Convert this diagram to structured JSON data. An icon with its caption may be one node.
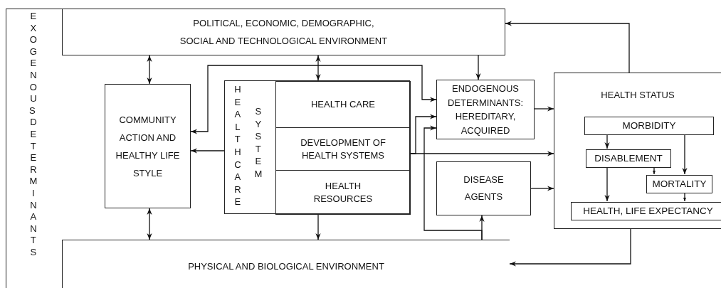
{
  "diagram": {
    "nodes": [
      {
        "text": [
          "EXOGENOUS DETERMINANTS"
        ]
      },
      {
        "text": [
          "POLITICAL, ECONOMIC, DEMOGRAPHIC, SOCIAL AND TECHNOLOGICAL ENVIRONMENT"
        ]
      },
      {
        "text": [
          "COMMUNITY ACTION AND HEALTHY LIFE STYLE"
        ]
      },
      {
        "text": [
          "HEALTHCARE",
          "SYSTEM"
        ]
      },
      {
        "text": [
          "HEALTH CARE"
        ],
        "in": 3
      },
      {
        "text": [
          "DEVELOPMENT OF HEALTH SYSTEMS"
        ],
        "in": 3
      },
      {
        "text": [
          "HEALTH RESOURCES"
        ],
        "in": 3
      },
      {
        "text": [
          "ENDOGENOUS DETERMINANTS: HEREDITARY, ACQUIRED"
        ]
      },
      {
        "text": [
          "DISEASE AGENTS"
        ]
      },
      {
        "text": [
          "HEALTH STATUS"
        ]
      },
      {
        "text": [
          "MORBIDITY"
        ],
        "in": 9
      },
      {
        "text": [
          "DISABLEMENT"
        ],
        "in": 9
      },
      {
        "text": [
          "MORTALITY"
        ],
        "in": 9
      },
      {
        "text": [
          "HEALTH, LIFE EXPECTANCY"
        ],
        "in": 9
      },
      {
        "text": [
          "PHYSICAL AND BIOLOGICAL ENVIRONMENT"
        ]
      }
    ],
    "edges": [
      {
        "from": 1,
        "to": 2,
        "arrow": "both"
      },
      {
        "from": 1,
        "to": 3,
        "arrow": "both"
      },
      {
        "from": 1,
        "to": 7,
        "arrow": "to"
      },
      {
        "from": 9,
        "to": 1,
        "arrow": "to"
      },
      {
        "from": 2,
        "to": 7,
        "arrow": "both"
      },
      {
        "from": 3,
        "to": 2,
        "arrow": "to"
      },
      {
        "from": 3,
        "to": 7,
        "arrow": "to"
      },
      {
        "from": 3,
        "to": 9,
        "arrow": "to"
      },
      {
        "from": 7,
        "to": 9,
        "arrow": "to"
      },
      {
        "from": 8,
        "to": 9,
        "arrow": "to"
      },
      {
        "from": 10,
        "to": 11,
        "arrow": "to"
      },
      {
        "from": 10,
        "to": 12,
        "arrow": "to"
      },
      {
        "from": 11,
        "to": 12,
        "arrow": "to"
      },
      {
        "from": 11,
        "to": 13,
        "arrow": "to"
      },
      {
        "from": 12,
        "to": 13,
        "arrow": "to"
      },
      {
        "from": 2,
        "to": 14,
        "arrow": "both"
      },
      {
        "from": 3,
        "to": 14,
        "arrow": "to"
      },
      {
        "from": 14,
        "to": 8,
        "arrow": "to"
      },
      {
        "from": 14,
        "to": 7,
        "arrow": "to"
      },
      {
        "from": 9,
        "to": 14,
        "arrow": "to"
      }
    ]
  }
}
